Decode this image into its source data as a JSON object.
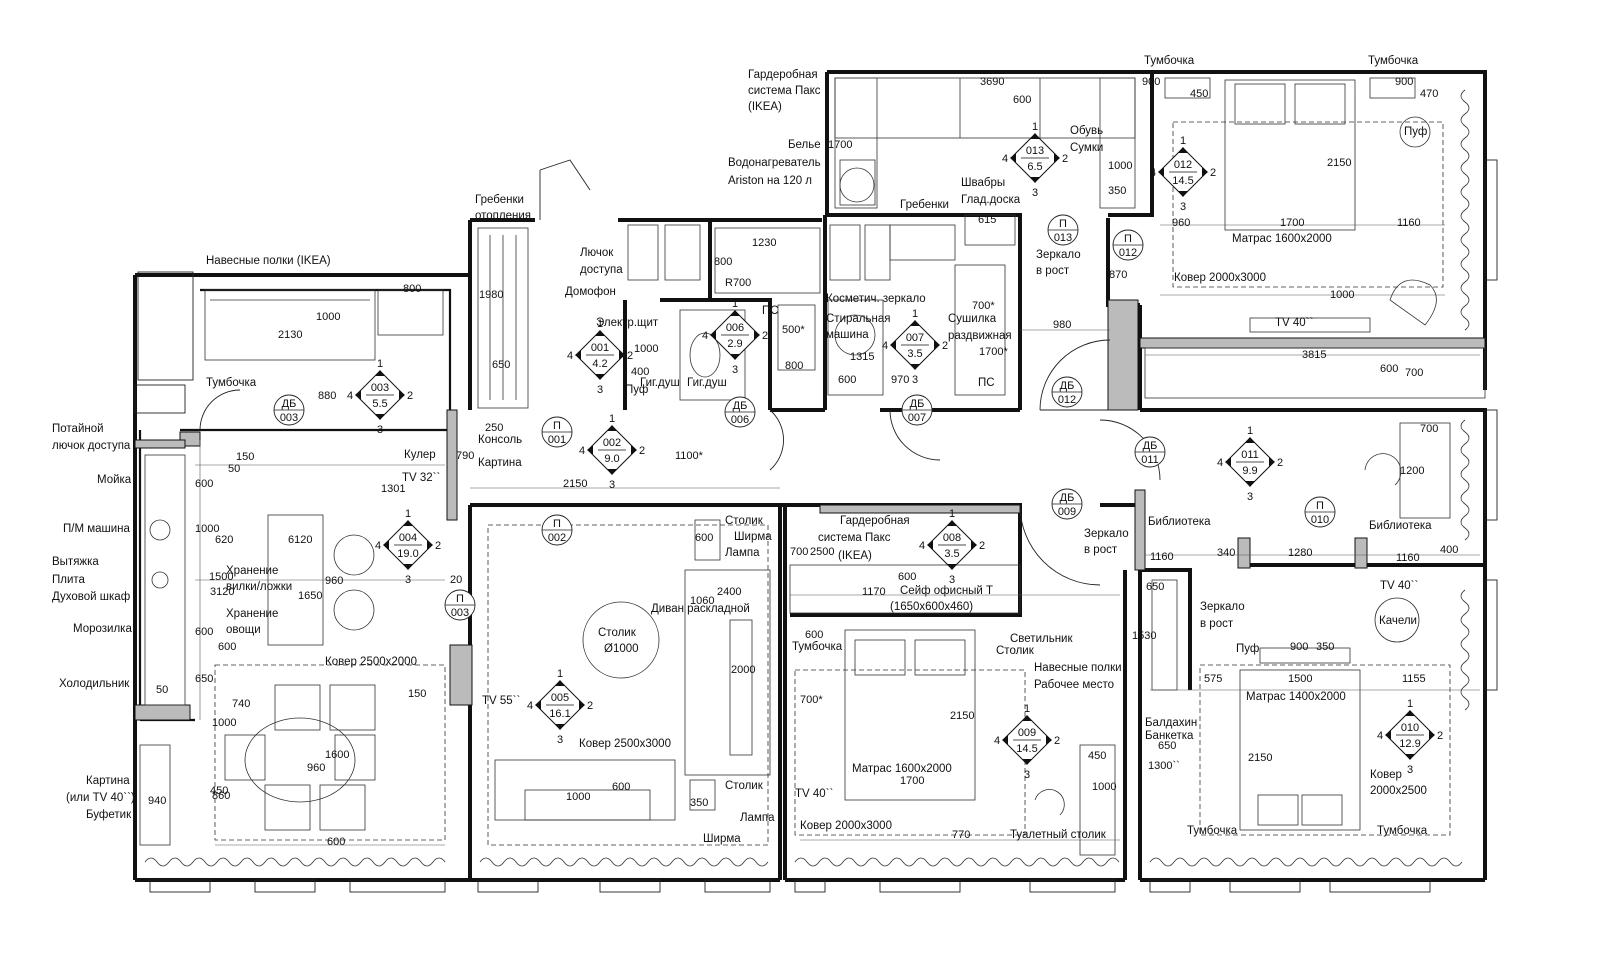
{
  "rooms": [
    {
      "id": "001",
      "area": "4.2"
    },
    {
      "id": "002",
      "area": "9.0"
    },
    {
      "id": "003",
      "area": "5.5"
    },
    {
      "id": "004",
      "area": "19.0"
    },
    {
      "id": "005",
      "area": "16.1"
    },
    {
      "id": "006",
      "area": "2.9"
    },
    {
      "id": "007",
      "area": "3.5"
    },
    {
      "id": "008",
      "area": "3.5"
    },
    {
      "id": "009",
      "area": "14.5"
    },
    {
      "id": "010",
      "area": "12.9"
    },
    {
      "id": "011",
      "area": "9.9"
    },
    {
      "id": "012",
      "area": "14.5"
    },
    {
      "id": "013",
      "area": "6.5"
    }
  ],
  "elevation_marks": [
    "1",
    "2",
    "3",
    "4"
  ],
  "doors": [
    {
      "type": "ДБ",
      "id": "003"
    },
    {
      "type": "ДБ",
      "id": "006"
    },
    {
      "type": "ДБ",
      "id": "007"
    },
    {
      "type": "ДБ",
      "id": "012"
    },
    {
      "type": "ДБ",
      "id": "011"
    },
    {
      "type": "ДБ",
      "id": "009"
    }
  ],
  "openings": [
    {
      "type": "П",
      "id": "001"
    },
    {
      "type": "П",
      "id": "002"
    },
    {
      "type": "П",
      "id": "003"
    },
    {
      "type": "П",
      "id": "010"
    },
    {
      "type": "П",
      "id": "012"
    },
    {
      "type": "П",
      "id": "013"
    }
  ],
  "labels": [
    "Гардеробная",
    "система Пакс",
    "(IKEA)",
    "Белье",
    "Водонагреватель",
    "Ariston на 120 л",
    "Обувь",
    "Сумки",
    "Швабры",
    "Глад.доска",
    "Гребенки",
    "Гребенки",
    "отопления",
    "Лючок",
    "доступа",
    "Домофон",
    "Электр.щит",
    "Пуф",
    "Гиг.душ",
    "ПС",
    "Гиг.душ",
    "Косметич. зеркало",
    "Стиральная",
    "машина",
    "Сушилка",
    "раздвижная",
    "ПС",
    "Зеркало",
    "в рост",
    "Тумбочка",
    "Тумбочка",
    "Пуф",
    "Матрас 1600х2000",
    "Ковер 2000х3000",
    "TV 40``",
    "Навесные полки (IKEA)",
    "Тумбочка",
    "Потайной",
    "лючок доступа",
    "Кулер",
    "TV 32``",
    "Консоль",
    "Картина",
    "Мойка",
    "П/М машина",
    "Вытяжка",
    "Плита",
    "Духовой шкаф",
    "Морозилка",
    "Холодильник",
    "Хранение",
    "вилки/ложки",
    "Хранение",
    "овощи",
    "Ковер 2500х2000",
    "Картина",
    "(или TV 40``)",
    "Буфетик",
    "Столик",
    "Ширма",
    "Лампа",
    "Диван раскладной",
    "Столик",
    "Ø1000",
    "TV 55``",
    "Ковер 2500х3000",
    "Столик",
    "Лампа",
    "Ширма",
    "Гардеробная",
    "система Пакс",
    "(IKEA)",
    "Сейф офисный Т",
    "(1650х600х460)",
    "Тумбочка",
    "Светильник",
    "Столик",
    "Навесные полки",
    "Рабочее место",
    "Матрас 1600х2000",
    "TV 40``",
    "Ковер 2000х3000",
    "Туалетный столик",
    "Зеркало",
    "в рост",
    "Библиотека",
    "Библиотека",
    "Зеркало",
    "в рост",
    "Балдахин",
    "Банкетка",
    "TV 40``",
    "Качели",
    "Пуф",
    "Матрас 1400х2000",
    "Ковер",
    "2000х2500",
    "Тумбочка",
    "Тумбочка"
  ],
  "dimensions": [
    "3690",
    "600",
    "1700",
    "1000",
    "350",
    "615",
    "900",
    "450",
    "900",
    "470",
    "2150",
    "960",
    "1700",
    "1160",
    "870",
    "1000",
    "1230",
    "800",
    "R700",
    "1980",
    "650",
    "1000",
    "400",
    "500*",
    "800",
    "1315",
    "600",
    "970",
    "700*",
    "1700*",
    "980",
    "3815",
    "600",
    "700",
    "800",
    "1000",
    "2130",
    "880",
    "250",
    "790",
    "1100*",
    "150",
    "50",
    "1301",
    "2150",
    "600",
    "600",
    "1000",
    "620",
    "6120",
    "3120",
    "1500",
    "960",
    "1650",
    "20",
    "600",
    "600",
    "650",
    "50",
    "740",
    "150",
    "1000",
    "1600",
    "960",
    "450",
    "940",
    "860",
    "600",
    "1060",
    "2400",
    "2000",
    "1000",
    "600",
    "350",
    "700",
    "2500",
    "600",
    "1170",
    "600",
    "700*",
    "2150",
    "1700",
    "450",
    "1000",
    "770",
    "1160",
    "340",
    "1280",
    "1160",
    "400",
    "700",
    "1200",
    "650",
    "1530",
    "900",
    "350",
    "575",
    "1500",
    "1155",
    "2150",
    "650",
    "1300``"
  ]
}
